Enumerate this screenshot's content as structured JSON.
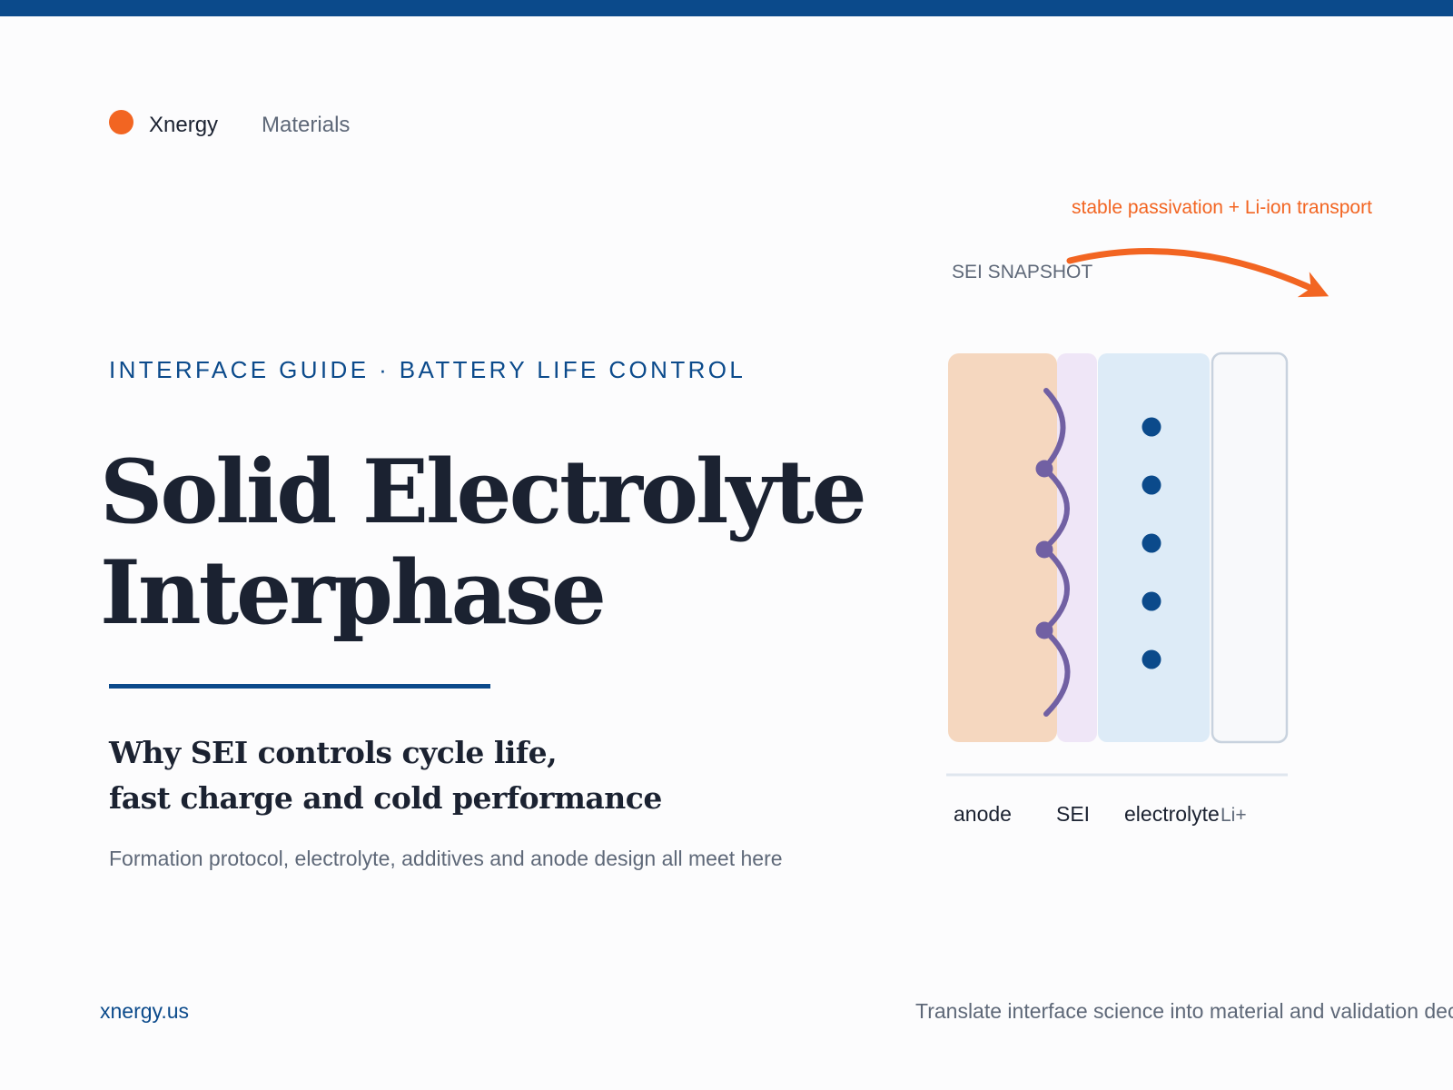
{
  "brand": {
    "name": "Xnergy",
    "section": "Materials"
  },
  "hero": {
    "eyebrow": "INTERFACE GUIDE · BATTERY LIFE CONTROL",
    "title_line1": "Solid Electrolyte",
    "title_line2": "Interphase",
    "subtitle_line1": "Why SEI controls cycle life,",
    "subtitle_line2": "fast charge and cold performance",
    "body": "Formation protocol, electrolyte, additives and anode design all meet here"
  },
  "diagram": {
    "label": "SEI SNAPSHOT",
    "annotation": "stable passivation + Li-ion transport",
    "layers": [
      "anode",
      "SEI",
      "electrolyte",
      "Li+"
    ],
    "ion_count": 5,
    "node_count": 3
  },
  "footer": {
    "website": "xnergy.us",
    "tagline": "Translate interface science into material and validation decisions"
  },
  "colors": {
    "brand_blue": "#0b4a8b",
    "accent_orange": "#f26522",
    "sei_purple": "#7160a3",
    "anode": "#f5d7bf",
    "sei": "#efe6f7",
    "electrolyte": "#ddebf7",
    "li_layer": "#f8f9fb",
    "text_dark": "#1b2231",
    "text_muted": "#5e6878"
  }
}
